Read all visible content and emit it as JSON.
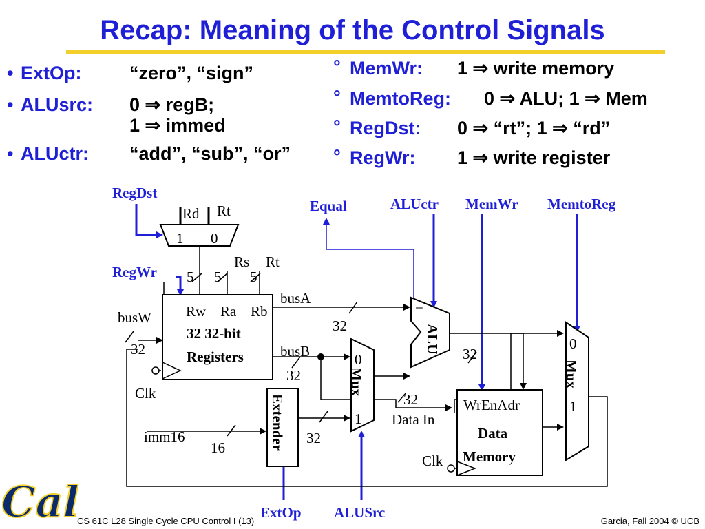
{
  "title": "Recap: Meaning of the Control Signals",
  "left_signals": [
    {
      "bullet": "•",
      "name": "ExtOp:",
      "value": "“zero”, “sign”",
      "value2": ""
    },
    {
      "bullet": "•",
      "name": "ALUsrc:",
      "value": "0 ⇒ regB;",
      "value2": "1 ⇒ immed"
    },
    {
      "bullet": "•",
      "name": "ALUctr:",
      "value": "“add”, “sub”, “or”",
      "value2": ""
    }
  ],
  "right_signals": [
    {
      "bullet": "°",
      "name": "MemWr:",
      "value": "1 ⇒ write memory"
    },
    {
      "bullet": "°",
      "name": "MemtoReg:",
      "value": "0 ⇒ ALU; 1 ⇒ Mem"
    },
    {
      "bullet": "°",
      "name": "RegDst:",
      "value": "0 ⇒ “rt”; 1 ⇒ “rd”"
    },
    {
      "bullet": "°",
      "name": "RegWr:",
      "value": "1 ⇒ write register"
    }
  ],
  "diagram": {
    "controls": {
      "regdst": "RegDst",
      "regwr": "RegWr",
      "equal": "Equal",
      "aluctr": "ALUctr",
      "memwr": "MemWr",
      "memtoreg": "MemtoReg",
      "extop": "ExtOp",
      "alusrc": "ALUSrc"
    },
    "regfile": {
      "rw": "Rw",
      "ra": "Ra",
      "rb": "Rb",
      "line1": "32 32-bit",
      "line2": "Registers"
    },
    "dst_mux": {
      "rd": "Rd",
      "rt": "Rt",
      "in1": "1",
      "in0": "0"
    },
    "labels": {
      "rs": "Rs",
      "rt": "Rt",
      "w5a": "5",
      "w5b": "5",
      "w5c": "5",
      "busa": "busA",
      "busb": "busB",
      "busw": "busW",
      "clk_rf": "Clk",
      "clk_mem": "Clk",
      "w32_busa": "32",
      "w32_busw": "32",
      "w32_busb": "32",
      "w32_ext": "32",
      "w32_alu": "32",
      "w32_datain": "32",
      "imm16": "imm16",
      "w16": "16",
      "data_in": "Data In"
    },
    "alu": {
      "label": "ALU",
      "eq": "="
    },
    "alusrc_mux": {
      "label": "Mux",
      "in0": "0",
      "in1": "1"
    },
    "memtoreg_mux": {
      "label": "Mux",
      "in0": "0",
      "in1": "1"
    },
    "extender": {
      "label": "Extender"
    },
    "datamem": {
      "ports": "WrEnAdr",
      "line1": "Data",
      "line2": "Memory"
    }
  },
  "footer": {
    "left": "CS 61C L28 Single Cycle CPU Control I (13)",
    "right": "Garcia, Fall 2004 © UCB"
  },
  "logo": {
    "text": "Cal"
  },
  "colors": {
    "title": "#1f1fd6",
    "accent_rule": "#f2cf2a",
    "signal_names": "#1f1fd6",
    "logo": "#0a2a6b"
  }
}
